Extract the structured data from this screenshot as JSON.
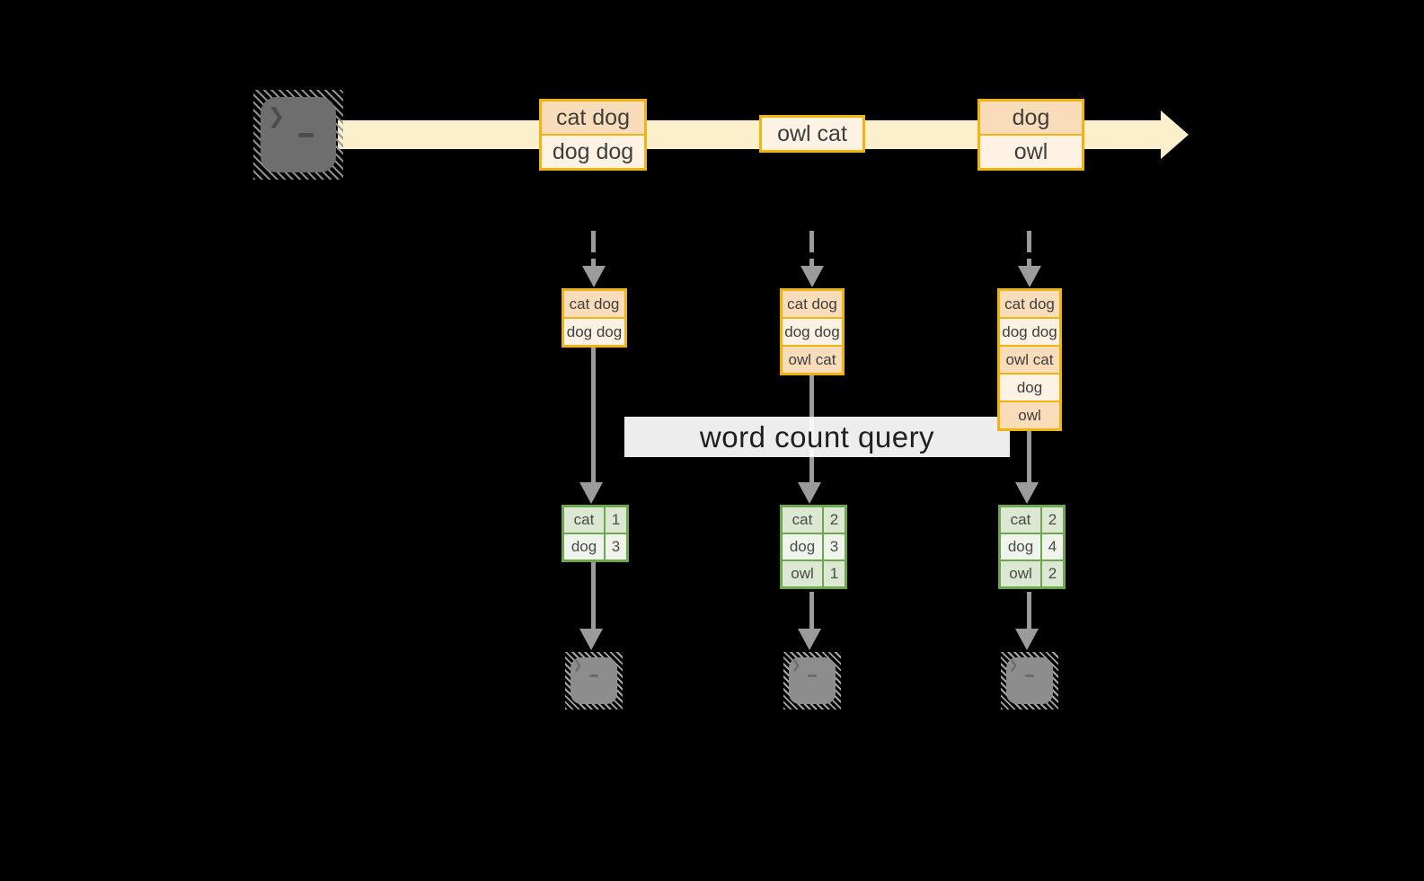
{
  "colors": {
    "background": "#000000",
    "stream_band": "#fbf0cb",
    "box_border": "#f0b410",
    "box_fill_dark": "#f9dcba",
    "box_fill_light": "#fdf2e3",
    "table_border": "#6fa651",
    "table_fill_dark": "#dce8d2",
    "table_fill_light": "#f0f5eb",
    "arrow_gray": "#9b9b9b"
  },
  "icons": {
    "terminal_glyph": "❯"
  },
  "query": {
    "label": "word count query"
  },
  "stream_events": [
    {
      "rows": [
        "cat dog",
        "dog dog"
      ]
    },
    {
      "rows": [
        "owl cat"
      ]
    },
    {
      "rows": [
        "dog",
        "owl"
      ]
    }
  ],
  "columns": [
    {
      "buffer": [
        "cat dog",
        "dog dog"
      ],
      "counts": [
        {
          "word": "cat",
          "count": "1"
        },
        {
          "word": "dog",
          "count": "3"
        }
      ]
    },
    {
      "buffer": [
        "cat dog",
        "dog dog",
        "owl cat"
      ],
      "counts": [
        {
          "word": "cat",
          "count": "2"
        },
        {
          "word": "dog",
          "count": "3"
        },
        {
          "word": "owl",
          "count": "1"
        }
      ]
    },
    {
      "buffer": [
        "cat dog",
        "dog dog",
        "owl cat",
        "dog",
        "owl"
      ],
      "counts": [
        {
          "word": "cat",
          "count": "2"
        },
        {
          "word": "dog",
          "count": "4"
        },
        {
          "word": "owl",
          "count": "2"
        }
      ]
    }
  ]
}
